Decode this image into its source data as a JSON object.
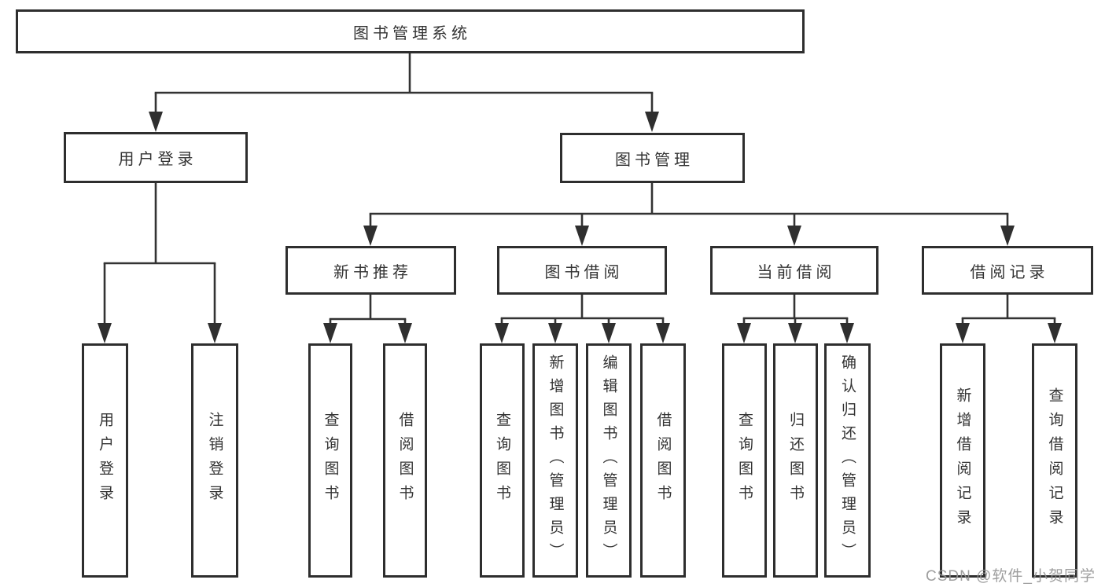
{
  "diagram": {
    "root": {
      "label": "图书管理系统"
    },
    "branches": [
      {
        "label": "用户登录",
        "children": [
          {
            "label": "用户登录"
          },
          {
            "label": "注销登录"
          }
        ]
      },
      {
        "label": "图书管理",
        "children": [
          {
            "label": "新书推荐",
            "children": [
              {
                "label": "查询图书"
              },
              {
                "label": "借阅图书"
              }
            ]
          },
          {
            "label": "图书借阅",
            "children": [
              {
                "label": "查询图书"
              },
              {
                "label": "新增图书（管理员）"
              },
              {
                "label": "编辑图书（管理员）"
              },
              {
                "label": "借阅图书"
              }
            ]
          },
          {
            "label": "当前借阅",
            "children": [
              {
                "label": "查询图书"
              },
              {
                "label": "归还图书"
              },
              {
                "label": "确认归还（管理员）"
              }
            ]
          },
          {
            "label": "借阅记录",
            "children": [
              {
                "label": "新增借阅记录"
              },
              {
                "label": "查询借阅记录"
              }
            ]
          }
        ]
      }
    ]
  },
  "watermark": {
    "text": "CSDN @软件_小贺同学"
  },
  "colors": {
    "line": "#333333",
    "arrow": "#2f2f2f",
    "border": "#2e2e2e",
    "text": "#333333",
    "background": "#ffffff",
    "watermark_text": "#949494"
  }
}
